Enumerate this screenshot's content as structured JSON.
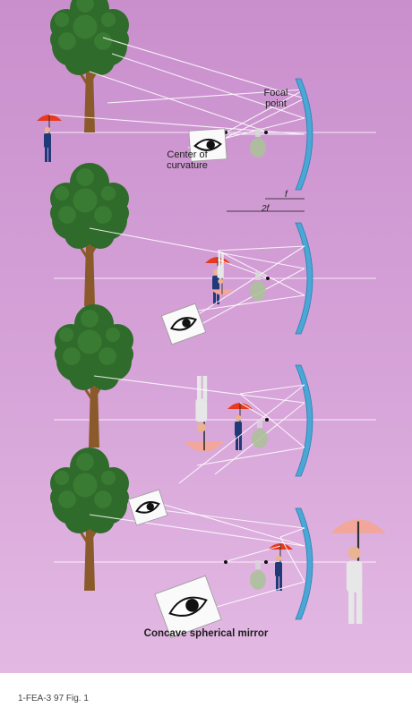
{
  "labels": {
    "focal_point": "Focal point",
    "center_of_curvature": "Center of curvature",
    "f": "f",
    "two_f": "2f",
    "mirror_title": "Concave spherical mirror"
  },
  "caption": "1-FEA-3 97 Fig. 1",
  "colors": {
    "background": "#cf97d2",
    "mirror": "#4aa7d6",
    "tree_foliage": "#2f6b2a",
    "trunk": "#8b5a2b",
    "umbrella": "#e8391f",
    "person": "#203a78",
    "rays": "#ffffff"
  }
}
